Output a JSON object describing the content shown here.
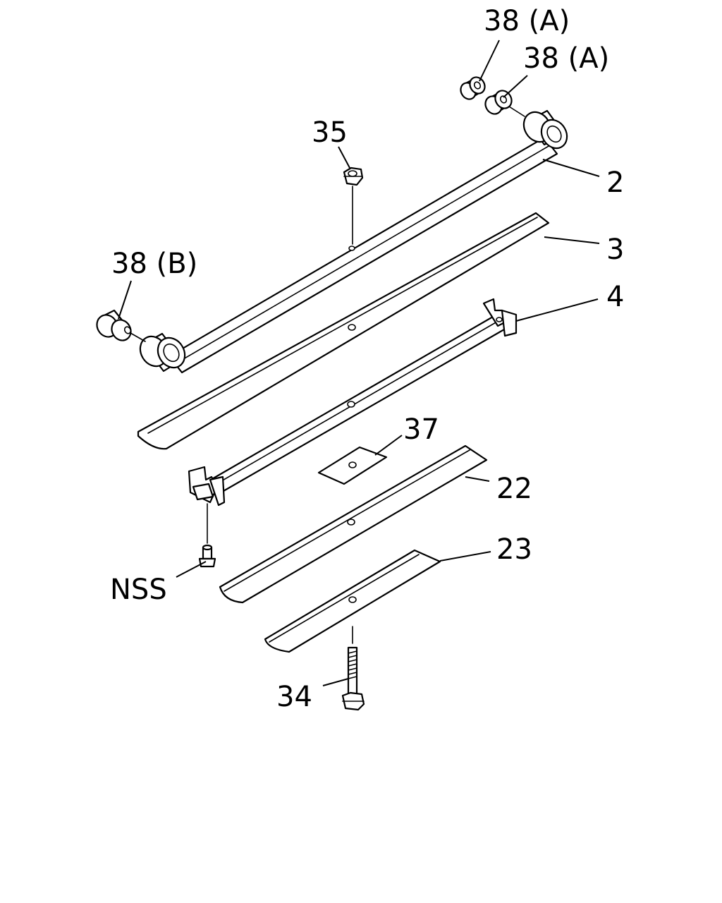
{
  "labels": {
    "bushing_a_top": "38 (A)",
    "bushing_a_inner": "38 (A)",
    "nut": "35",
    "main_leaf": "2",
    "bushing_b": "38 (B)",
    "second_leaf": "3",
    "clip_leaf": "4",
    "pad": "37",
    "leaf_22": "22",
    "nss_bolt": "NSS",
    "leaf_23": "23",
    "center_bolt": "34"
  },
  "colors": {
    "line": "#000000",
    "background": "#ffffff"
  }
}
